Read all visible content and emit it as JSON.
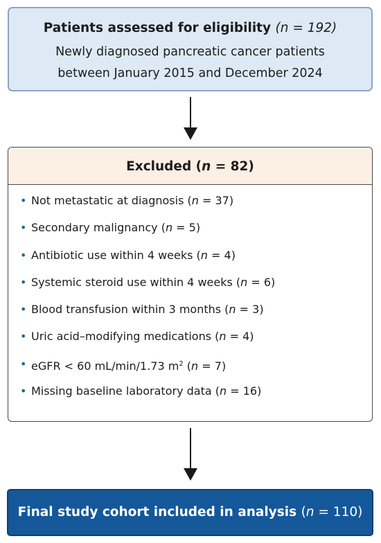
{
  "top": {
    "title": "Patients assessed for eligibility",
    "n_label": "(n = 192)",
    "line1": "Newly diagnosed pancreatic cancer patients",
    "line2": "between January 2015 and December 2024"
  },
  "excluded": {
    "title_prefix": "Excluded (",
    "n_var": "n",
    "title_suffix": " = 82)",
    "items": [
      {
        "text": "Not metastatic at diagnosis (",
        "suffix": " = 37)"
      },
      {
        "text": "Secondary malignancy (",
        "suffix": " = 5)"
      },
      {
        "text": "Antibiotic use within 4 weeks (",
        "suffix": " = 4)"
      },
      {
        "text": "Systemic steroid use within 4 weeks (",
        "suffix": " = 6)"
      },
      {
        "text": "Blood transfusion within 3 months (",
        "suffix": " = 3)"
      },
      {
        "text": "Uric acid–modifying medications (",
        "suffix": " = 4)"
      },
      {
        "text": "eGFR < 60 mL/min/1.73 m",
        "sup": "2",
        "mid": " (",
        "suffix": " = 7)"
      },
      {
        "text": "Missing baseline laboratory data (",
        "suffix": " = 16)"
      }
    ]
  },
  "final": {
    "title": "Final study cohort included in analysis",
    "n_open": "(",
    "n_var": "n",
    "n_suffix": " = 110)"
  },
  "bullet": "•",
  "colors": {
    "top_fill": "#dde9f5",
    "excluded_header_fill": "#fcefe4",
    "final_fill": "#15589a",
    "bullet": "#2b5f95"
  }
}
